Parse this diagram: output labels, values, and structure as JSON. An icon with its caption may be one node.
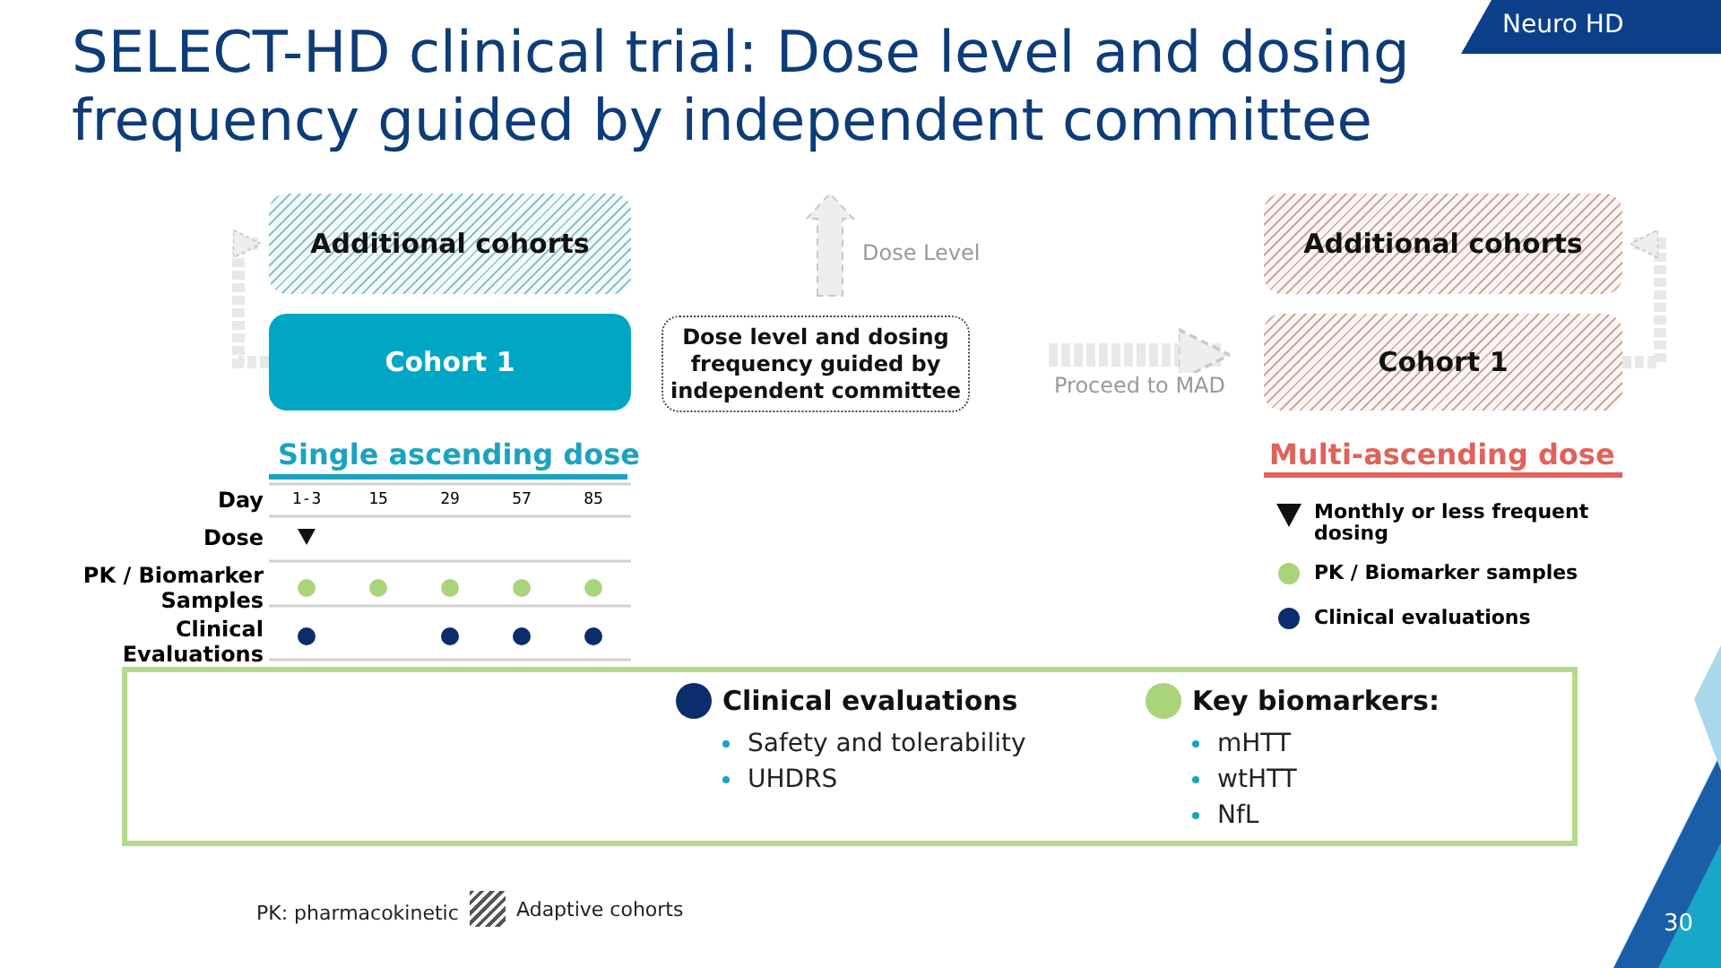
{
  "diagram": {
    "title": "SELECT-HD clinical trial: Dose level and dosing frequency guided by independent committee",
    "nodes": [
      {
        "text": [
          "Additional cohorts"
        ]
      },
      {
        "text": [
          "Cohort 1"
        ]
      },
      {
        "text": [
          "Dose level and dosing frequency guided by independent committee"
        ]
      },
      {
        "text": [
          "Additional cohorts"
        ]
      },
      {
        "text": [
          "Cohort 1"
        ]
      },
      {
        "text": [
          "Clinical evaluations",
          "Safety and tolerability",
          "UHDRS",
          "Key biomarkers:",
          "mHTT",
          "wtHTT",
          "NfL"
        ]
      }
    ],
    "edges": [
      {
        "from": 1,
        "to": 0,
        "arrow": "to",
        "style": "dashed"
      },
      {
        "from": 2,
        "to": 4,
        "arrow": "to",
        "label": "Proceed to MAD",
        "style": "dashed"
      },
      {
        "from": 4,
        "to": 3,
        "arrow": "to",
        "style": "dashed"
      }
    ],
    "labels": [
      "Neuro HD",
      "Dose Level",
      "Single ascending dose",
      "Multi-ascending dose",
      "Day",
      "1-3",
      "15",
      "29",
      "57",
      "85",
      "Dose",
      "PK / Biomarker Samples",
      "Clinical Evaluations",
      "PK: pharmacokinetic",
      "30"
    ],
    "legend": [
      {
        "text": "Monthly or less frequent dosing"
      },
      {
        "text": "PK / Biomarker samples",
        "color": "#a9d47a"
      },
      {
        "text": "Clinical evaluations",
        "color": "#0b2d6b"
      },
      {
        "text": "Adaptive cohorts"
      }
    ]
  }
}
